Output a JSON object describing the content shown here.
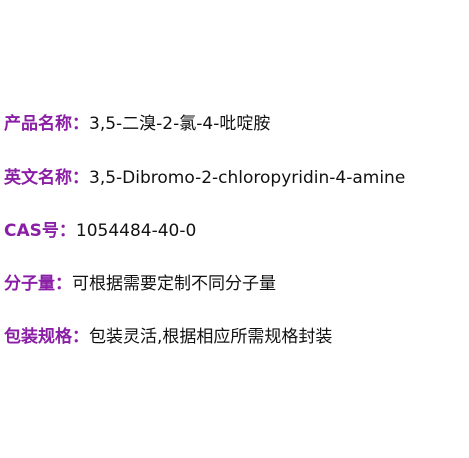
{
  "product": {
    "name_label": "产品名称：",
    "name_value": "3,5-二溴-2-氯-4-吡啶胺",
    "english_label": "英文名称：",
    "english_value": "3,5-Dibromo-2-chloropyridin-4-amine",
    "cas_label": "CAS号：",
    "cas_value": "1054484-40-0",
    "mw_label": "分子量：",
    "mw_value": "可根据需要定制不同分子量",
    "packaging_label": "包装规格：",
    "packaging_value": "包装灵活,根据相应所需规格封装"
  },
  "colors": {
    "label": "#8a1fa6",
    "value": "#111111",
    "background": "#ffffff"
  }
}
